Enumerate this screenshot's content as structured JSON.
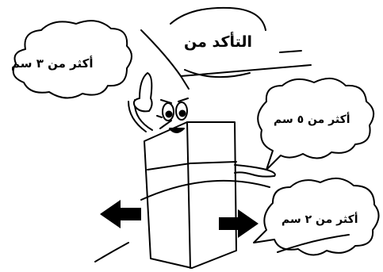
{
  "illustration": {
    "colors": {
      "ink": "#000000",
      "paper": "#ffffff"
    },
    "callouts": {
      "title": "التأكد من",
      "top_left": "أكثر من  ٣ سم",
      "right_top": "أكثر من ٥ سم",
      "right_bottom": "أكثر من ٢ سم"
    },
    "icons": [
      "left-arrow-icon",
      "right-arrow-icon"
    ]
  }
}
